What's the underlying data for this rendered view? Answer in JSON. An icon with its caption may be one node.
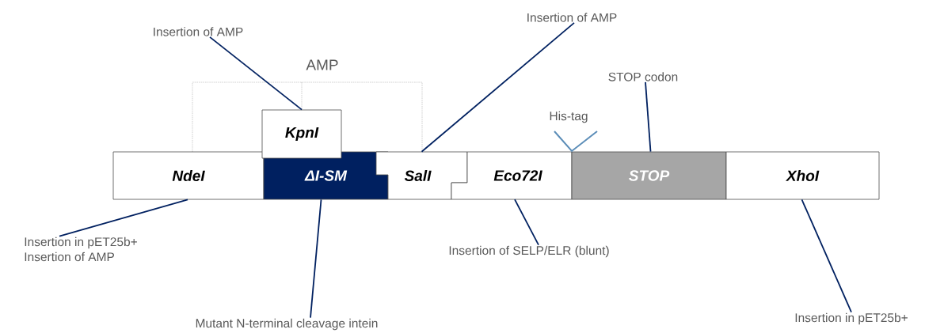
{
  "diagram": {
    "nodes": [
      {
        "text": [
          "NdeI"
        ]
      },
      {
        "text": [
          "KpnI"
        ]
      },
      {
        "text": [
          "ΔI-SM"
        ]
      },
      {
        "text": [
          "SalI"
        ]
      },
      {
        "text": [
          "Eco72I"
        ]
      },
      {
        "text": [
          "STOP"
        ]
      },
      {
        "text": [
          "XhoI"
        ]
      },
      {
        "text": [
          "Insertion of AMP"
        ]
      },
      {
        "text": [
          "Insertion of AMP"
        ]
      },
      {
        "text": [
          "STOP codon"
        ]
      },
      {
        "text": [
          "Insertion in pET25b+",
          "Insertion of AMP"
        ]
      },
      {
        "text": [
          "Mutant N-terminal cleavage intein"
        ]
      },
      {
        "text": [
          "Insertion of SELP/ELR (blunt)"
        ]
      },
      {
        "text": [
          "Insertion in pET25b+"
        ]
      }
    ],
    "edges": [
      {
        "from": 7,
        "to": 1,
        "arrow": "none"
      },
      {
        "from": 8,
        "to": 3,
        "arrow": "none"
      },
      {
        "from": 9,
        "to": 5,
        "arrow": "none"
      },
      {
        "from": 10,
        "to": 0,
        "arrow": "none"
      },
      {
        "from": 11,
        "to": 2,
        "arrow": "none"
      },
      {
        "from": 12,
        "to": 4,
        "arrow": "none"
      },
      {
        "from": 13,
        "to": 6,
        "arrow": "none"
      }
    ],
    "labels": [
      "AMP",
      "His-tag"
    ]
  }
}
